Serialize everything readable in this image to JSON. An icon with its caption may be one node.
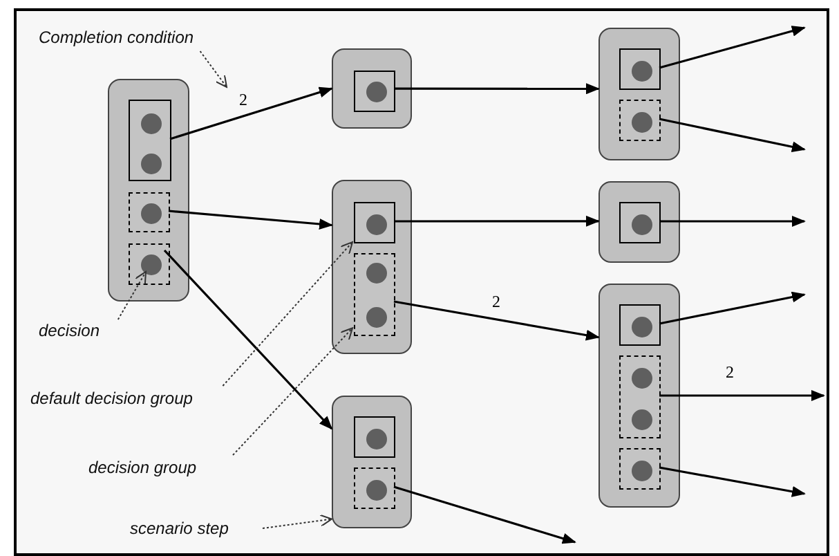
{
  "diagram": {
    "nodes": [
      {
        "text": [
          "Completion condition"
        ]
      },
      {
        "text": [],
        "shape": "box"
      },
      {
        "text": [],
        "shape": "box",
        "in": 1
      },
      {
        "text": [],
        "shape": "circle",
        "in": 2
      },
      {
        "text": [],
        "shape": "circle",
        "in": 2
      },
      {
        "text": [],
        "shape": "box",
        "in": 1
      },
      {
        "text": [],
        "shape": "circle",
        "in": 5
      },
      {
        "text": [],
        "shape": "box",
        "in": 1
      },
      {
        "text": [],
        "shape": "circle",
        "in": 7
      },
      {
        "text": [],
        "shape": "box"
      },
      {
        "text": [],
        "shape": "box",
        "in": 9
      },
      {
        "text": [],
        "shape": "circle",
        "in": 10
      },
      {
        "text": [],
        "shape": "box"
      },
      {
        "text": [],
        "shape": "box",
        "in": 12
      },
      {
        "text": [],
        "shape": "circle",
        "in": 13
      },
      {
        "text": [],
        "shape": "box",
        "in": 12
      },
      {
        "text": [],
        "shape": "circle",
        "in": 15
      },
      {
        "text": [],
        "shape": "circle",
        "in": 15
      },
      {
        "text": [],
        "shape": "box"
      },
      {
        "text": [],
        "shape": "box",
        "in": 18
      },
      {
        "text": [],
        "shape": "circle",
        "in": 19
      },
      {
        "text": [],
        "shape": "box",
        "in": 18
      },
      {
        "text": [],
        "shape": "circle",
        "in": 21
      },
      {
        "text": [],
        "shape": "box"
      },
      {
        "text": [],
        "shape": "box",
        "in": 23
      },
      {
        "text": [],
        "shape": "circle",
        "in": 24
      },
      {
        "text": [],
        "shape": "box",
        "in": 23
      },
      {
        "text": [],
        "shape": "circle",
        "in": 26
      },
      {
        "text": [],
        "shape": "box"
      },
      {
        "text": [],
        "shape": "box",
        "in": 28
      },
      {
        "text": [],
        "shape": "circle",
        "in": 29
      },
      {
        "text": [],
        "shape": "box"
      },
      {
        "text": [],
        "shape": "box",
        "in": 31
      },
      {
        "text": [],
        "shape": "circle",
        "in": 32
      },
      {
        "text": [],
        "shape": "box",
        "in": 31
      },
      {
        "text": [],
        "shape": "circle",
        "in": 34
      },
      {
        "text": [],
        "shape": "circle",
        "in": 34
      },
      {
        "text": [],
        "shape": "box",
        "in": 31
      },
      {
        "text": [],
        "shape": "circle",
        "in": 37
      },
      {
        "text": [
          "decision"
        ]
      },
      {
        "text": [
          "default decision group"
        ]
      },
      {
        "text": [
          "decision group"
        ]
      },
      {
        "text": [
          "scenario step"
        ]
      }
    ],
    "edges": [
      {
        "from": 2,
        "to": 9,
        "arrow": "to",
        "label": "2"
      },
      {
        "from": 5,
        "to": 12,
        "arrow": "to"
      },
      {
        "from": 7,
        "to": 18,
        "arrow": "to"
      },
      {
        "from": 10,
        "to": 23,
        "arrow": "to"
      },
      {
        "from": 13,
        "to": 28,
        "arrow": "to"
      },
      {
        "from": 15,
        "to": 31,
        "arrow": "to",
        "label": "2"
      },
      {
        "from": 21,
        "to": null,
        "arrow": "to"
      },
      {
        "from": 24,
        "to": null,
        "arrow": "to"
      },
      {
        "from": 26,
        "to": null,
        "arrow": "to"
      },
      {
        "from": 29,
        "to": null,
        "arrow": "to"
      },
      {
        "from": 32,
        "to": null,
        "arrow": "to"
      },
      {
        "from": 34,
        "to": null,
        "arrow": "to",
        "label": "2"
      },
      {
        "from": 37,
        "to": null,
        "arrow": "to"
      },
      {
        "from": 0,
        "to": null,
        "arrow": "to",
        "style": "dashed"
      },
      {
        "from": 39,
        "to": 8,
        "arrow": "to",
        "style": "dashed"
      },
      {
        "from": 40,
        "to": 13,
        "arrow": "to",
        "style": "dashed"
      },
      {
        "from": 41,
        "to": 15,
        "arrow": "to",
        "style": "dashed"
      },
      {
        "from": 42,
        "to": 18,
        "arrow": "to",
        "style": "dashed"
      }
    ]
  }
}
